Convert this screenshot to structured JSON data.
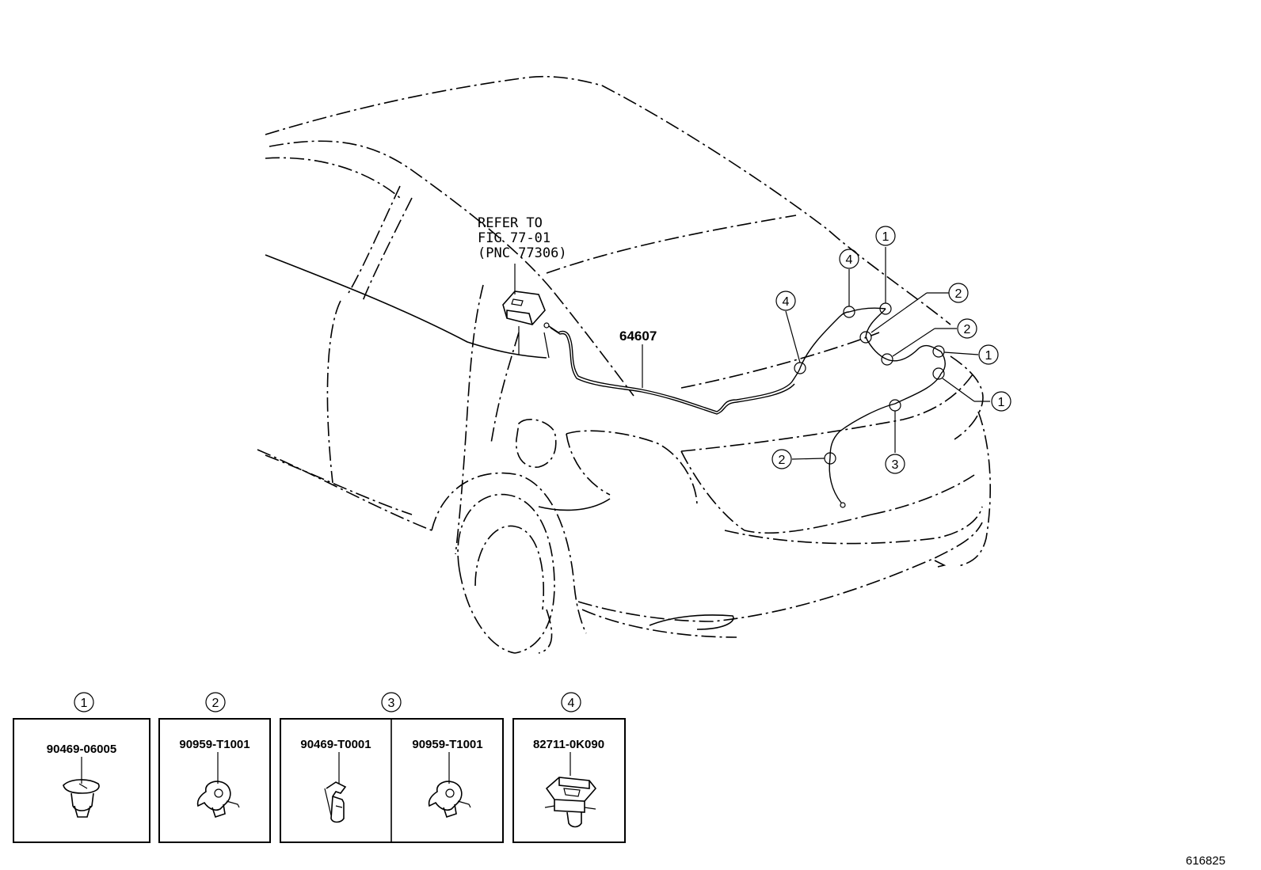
{
  "diagram": {
    "reference_note": [
      "REFER TO",
      "FIG 77-01",
      "(PNC 77306)"
    ],
    "main_part_number": "64607",
    "figure_number": "616825",
    "callouts": [
      "1",
      "2",
      "3",
      "4"
    ],
    "legend": [
      {
        "callout": "1",
        "parts": [
          "90469-06005"
        ]
      },
      {
        "callout": "2",
        "parts": [
          "90959-T1001"
        ]
      },
      {
        "callout": "3",
        "parts": [
          "90469-T0001",
          "90959-T1001"
        ]
      },
      {
        "callout": "4",
        "parts": [
          "82711-0K090"
        ]
      }
    ]
  }
}
